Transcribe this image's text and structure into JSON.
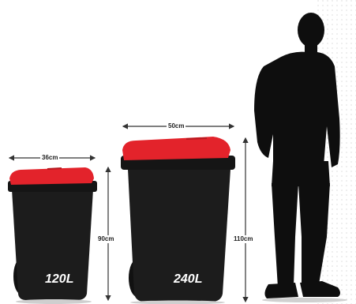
{
  "bins": [
    {
      "capacity": "120L",
      "width_label": "36cm",
      "height_label": "90cm"
    },
    {
      "capacity": "240L",
      "width_label": "50cm",
      "height_label": "110cm"
    }
  ],
  "colors": {
    "bin_body": "#1c1c1c",
    "lid": "#e3232b",
    "silhouette": "#0e0e0e",
    "dimension_line": "#333333"
  },
  "icons": [
    "person-silhouette",
    "wheelie-bin"
  ]
}
